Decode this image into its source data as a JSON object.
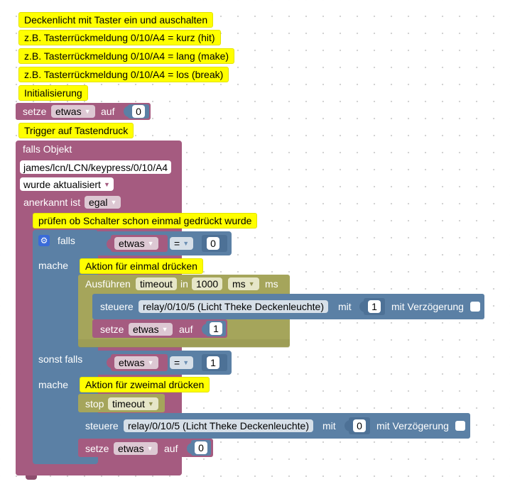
{
  "comments": [
    "Deckenlicht mit Taster ein und auschalten",
    "z.B. Tasterrückmeldung 0/10/A4 = kurz (hit)",
    "z.B. Tasterrückmeldung 0/10/A4 = lang (make)",
    "z.B. Tasterrückmeldung 0/10/A4 = los (break)",
    "Initialisierung",
    "Trigger auf Tastendruck",
    "prüfen ob Schalter schon einmal gedrückt wurde",
    "Aktion für einmal drücken",
    "Aktion für zweimal drücken"
  ],
  "init_set": {
    "label": "setze",
    "variable": "etwas",
    "to": "auf",
    "value": "0"
  },
  "trigger": {
    "label": "falls Objekt",
    "object_id": "james/lcn/LCN/keypress/0/10/A4",
    "event": "wurde aktualisiert",
    "ack_label": "anerkannt ist",
    "ack_value": "egal"
  },
  "if_block": {
    "if_label": "falls",
    "then_label": "mache",
    "elseif_label": "sonst falls",
    "cond1": {
      "variable": "etwas",
      "op": "=",
      "value": "0"
    },
    "cond2": {
      "variable": "etwas",
      "op": "=",
      "value": "1"
    }
  },
  "timeout_block": {
    "label": "Ausführen",
    "name": "timeout",
    "in_label": "in",
    "delay": "1000",
    "unit": "ms",
    "suffix": "ms"
  },
  "control1": {
    "label": "steuere",
    "device": "relay/0/10/5 (Licht Theke Deckenleuchte)",
    "with_label": "mit",
    "value": "1",
    "delay_label": "mit Verzögerung"
  },
  "set1": {
    "label": "setze",
    "variable": "etwas",
    "to": "auf",
    "value": "1"
  },
  "stop_block": {
    "label": "stop",
    "name": "timeout"
  },
  "control2": {
    "label": "steuere",
    "device": "relay/0/10/5 (Licht Theke Deckenleuchte)",
    "with_label": "mit",
    "value": "0",
    "delay_label": "mit Verzögerung"
  },
  "set2": {
    "label": "setze",
    "variable": "etwas",
    "to": "auf",
    "value": "0"
  },
  "colors": {
    "comment": "#ffff00",
    "purple": "#a55b80",
    "blue": "#5b80a5",
    "olive": "#a5a55b",
    "gear": "#3a6bd8"
  }
}
